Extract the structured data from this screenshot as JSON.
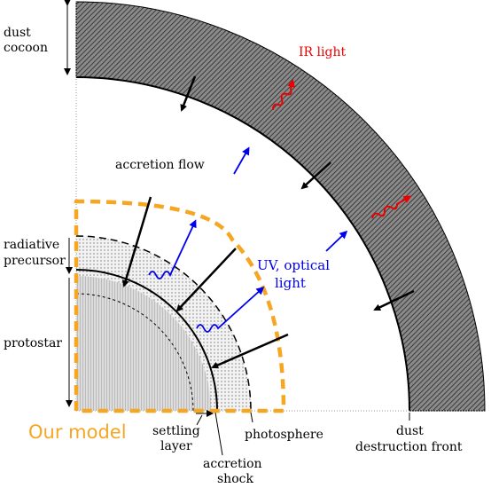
{
  "labels": {
    "dust_cocoon": [
      "dust",
      "cocoon"
    ],
    "ir_light": "IR light",
    "accretion_flow": "accretion flow",
    "radiative_precursor": [
      "radiative",
      "precursor"
    ],
    "uv_optical": [
      "UV, optical",
      "light"
    ],
    "protostar": "protostar",
    "our_model": "Our model",
    "settling_layer": [
      "settling",
      "layer"
    ],
    "accretion_shock": [
      "accretion",
      "shock"
    ],
    "photosphere": "photosphere",
    "dust_destruction_front": [
      "dust",
      "destruction front"
    ]
  },
  "colors": {
    "dust_cocoon_fill": "#6b6b6b",
    "model_box": "#f5a623",
    "ir": "#ee0000",
    "uv": "#0000ee",
    "protostar_fill": "#d0d0d0",
    "precursor_fill": "#ececec"
  }
}
